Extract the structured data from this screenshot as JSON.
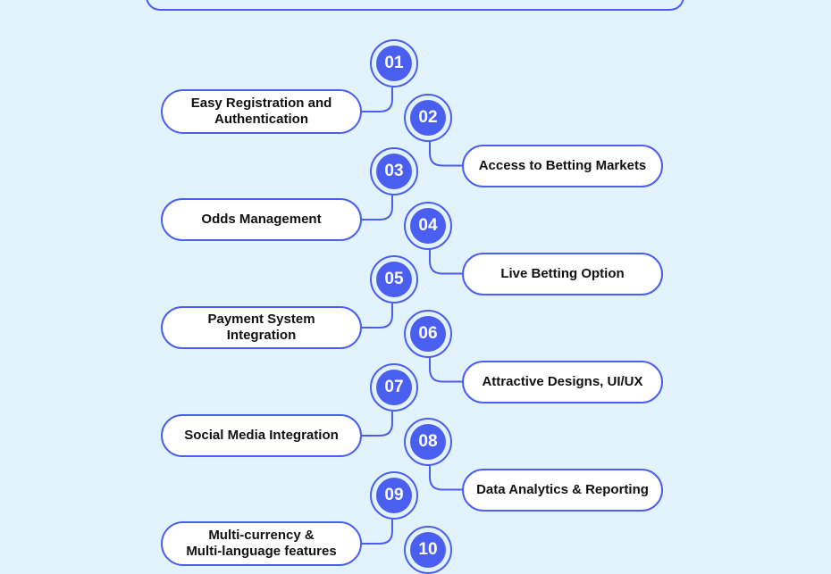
{
  "colors": {
    "background": "#e2f3fd",
    "accent": "#4a5ef0",
    "pill_fill": "#ffffff",
    "text": "#111111"
  },
  "steps": [
    {
      "number": "01",
      "label": "Easy Registration and\nAuthentication",
      "side": "left"
    },
    {
      "number": "02",
      "label": "Access to Betting Markets",
      "side": "right"
    },
    {
      "number": "03",
      "label": "Odds Management",
      "side": "left"
    },
    {
      "number": "04",
      "label": "Live Betting Option",
      "side": "right"
    },
    {
      "number": "05",
      "label": "Payment System Integration",
      "side": "left"
    },
    {
      "number": "06",
      "label": "Attractive Designs, UI/UX",
      "side": "right"
    },
    {
      "number": "07",
      "label": "Social Media Integration",
      "side": "left"
    },
    {
      "number": "08",
      "label": "Data Analytics & Reporting",
      "side": "right"
    },
    {
      "number": "09",
      "label": "Multi-currency &\nMulti-language features",
      "side": "left"
    },
    {
      "number": "10",
      "label": "",
      "side": "right"
    }
  ]
}
